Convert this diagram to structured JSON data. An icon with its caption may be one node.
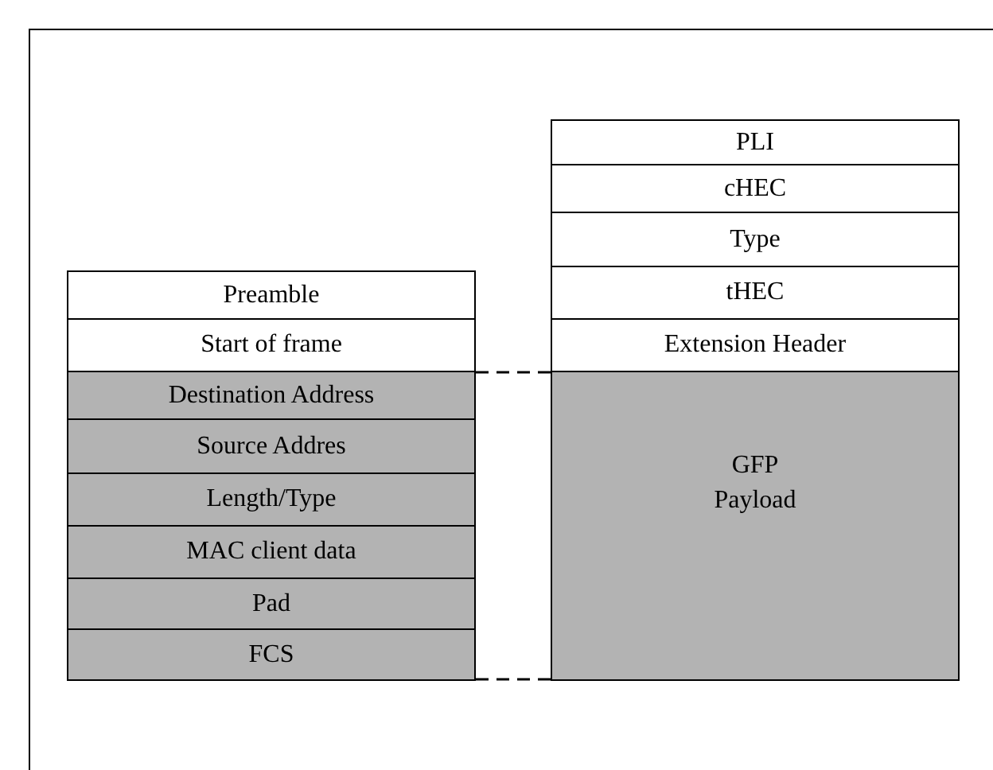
{
  "diagram": {
    "nodes": [
      {
        "text": [
          "Preamble"
        ]
      },
      {
        "text": [
          "Start of frame"
        ]
      },
      {
        "text": [
          "Destination Address"
        ]
      },
      {
        "text": [
          "Source Addres"
        ]
      },
      {
        "text": [
          "Length/Type"
        ]
      },
      {
        "text": [
          "MAC client data"
        ]
      },
      {
        "text": [
          "Pad"
        ]
      },
      {
        "text": [
          "FCS"
        ]
      },
      {
        "text": [
          "PLI"
        ]
      },
      {
        "text": [
          "cHEC"
        ]
      },
      {
        "text": [
          "Type"
        ]
      },
      {
        "text": [
          "tHEC"
        ]
      },
      {
        "text": [
          "Extension Header"
        ]
      },
      {
        "text": [
          "GFP Payload"
        ]
      }
    ],
    "edges": [
      {
        "from": 2,
        "to": 13,
        "arrow": "none",
        "style": "dashed"
      },
      {
        "from": 7,
        "to": 13,
        "arrow": "none",
        "style": "dashed"
      }
    ]
  }
}
